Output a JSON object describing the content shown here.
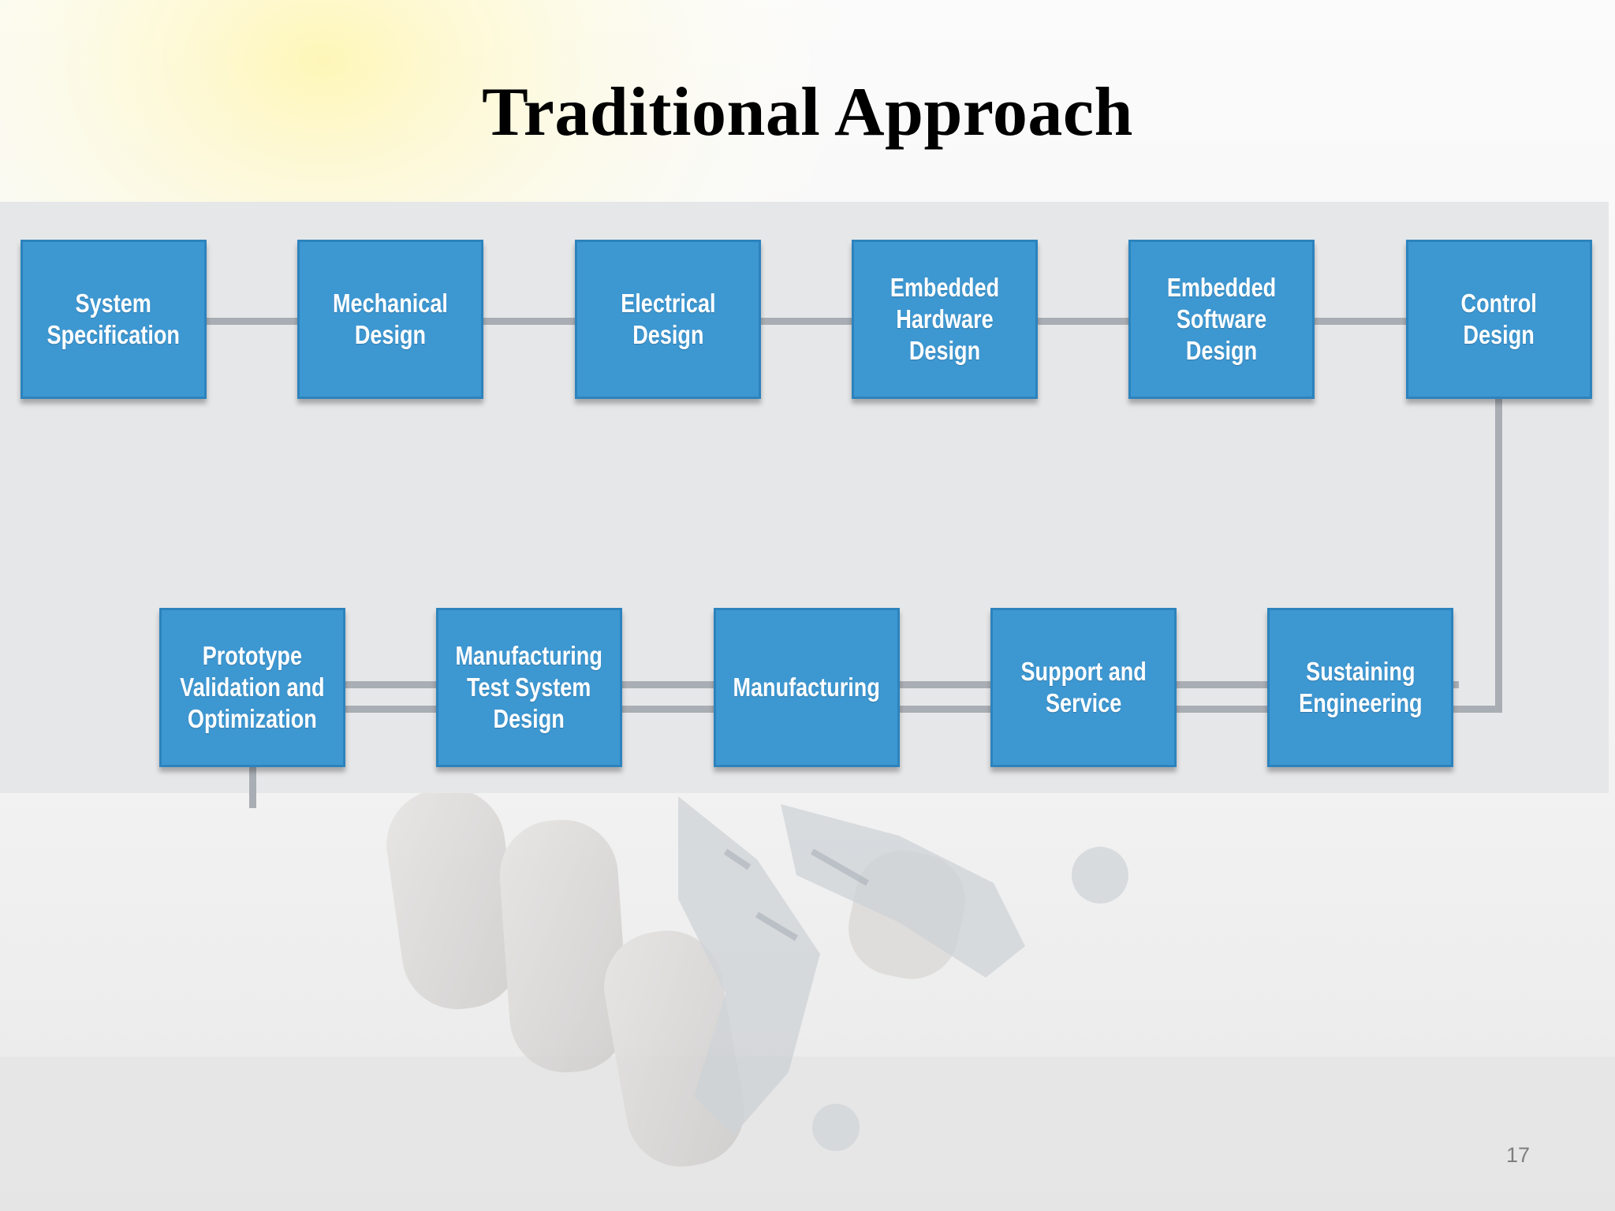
{
  "slide": {
    "title": "Traditional Approach",
    "page_number": "17"
  },
  "colors": {
    "box_fill": "#3d97d1",
    "box_border": "#2c83bd",
    "panel_background": "#e6e7e9",
    "connector": "#a9aeb4",
    "title_text": "#000000",
    "box_text": "#ffffff"
  },
  "flow": {
    "row1": [
      {
        "label": "System\nSpecification"
      },
      {
        "label": "Mechanical\nDesign"
      },
      {
        "label": "Electrical\nDesign"
      },
      {
        "label": "Embedded\nHardware Design"
      },
      {
        "label": "Embedded\nSoftware Design"
      },
      {
        "label": "Control\nDesign"
      }
    ],
    "row2": [
      {
        "label": "Prototype\nValidation and\nOptimization"
      },
      {
        "label": "Manufacturing\nTest System\nDesign"
      },
      {
        "label": "Manufacturing"
      },
      {
        "label": "Support and\nService"
      },
      {
        "label": "Sustaining\nEngineering"
      }
    ]
  }
}
